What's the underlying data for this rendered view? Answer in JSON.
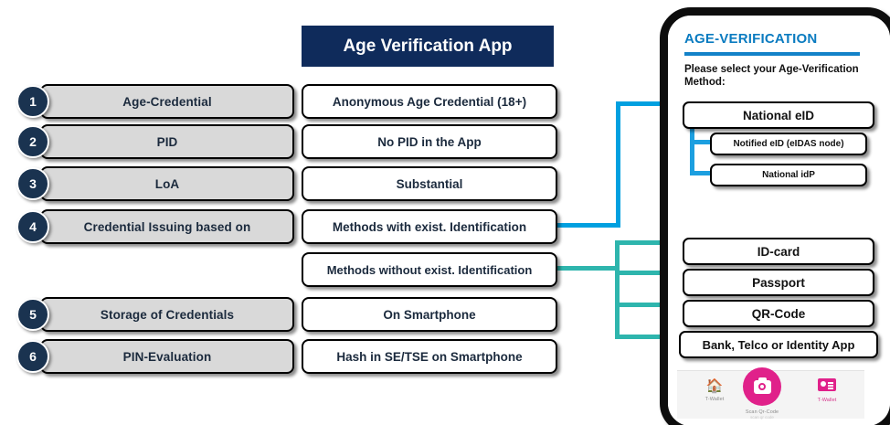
{
  "title_banner": {
    "label": "Age Verification App"
  },
  "criteria": [
    {
      "num": "1",
      "label": "Age-Credential"
    },
    {
      "num": "2",
      "label": "PID"
    },
    {
      "num": "3",
      "label": "LoA"
    },
    {
      "num": "4",
      "label": "Credential Issuing based on"
    },
    {
      "num": "5",
      "label": "Storage of Credentials"
    },
    {
      "num": "6",
      "label": "PIN-Evaluation"
    }
  ],
  "values": [
    {
      "label": "Anonymous Age Credential (18+)"
    },
    {
      "label": "No PID in the App"
    },
    {
      "label": "Substantial"
    },
    {
      "label": "Methods with exist. Identification"
    },
    {
      "label": "Methods without exist. Identification"
    },
    {
      "label": "On Smartphone"
    },
    {
      "label": "Hash in SE/TSE on Smartphone"
    }
  ],
  "phone": {
    "app_title": "AGE-VERIFICATION",
    "prompt": "Please select your Age-Verification Method:",
    "options": [
      {
        "label": "National eID"
      },
      {
        "label": "Notified eID (eIDAS node)"
      },
      {
        "label": "National idP"
      },
      {
        "label": "ID-card"
      },
      {
        "label": "Passport"
      },
      {
        "label": "QR-Code"
      },
      {
        "label": "Bank, Telco or Identity App"
      }
    ],
    "nav": {
      "home_label": "T-Wallet",
      "scan_label": "Scan Qr-Code",
      "scan_sublabel": "scan qr code",
      "wallet_label": "T-Wallet"
    }
  },
  "colors": {
    "banner_navy": "#0f2b5b",
    "number_navy": "#1a3350",
    "criteria_fill": "#d9d9d9",
    "connector_blue": "#00a0e0",
    "connector_teal": "#2eb5ad",
    "app_title_blue": "#0a7bc0",
    "accent_magenta": "#e0218a"
  }
}
